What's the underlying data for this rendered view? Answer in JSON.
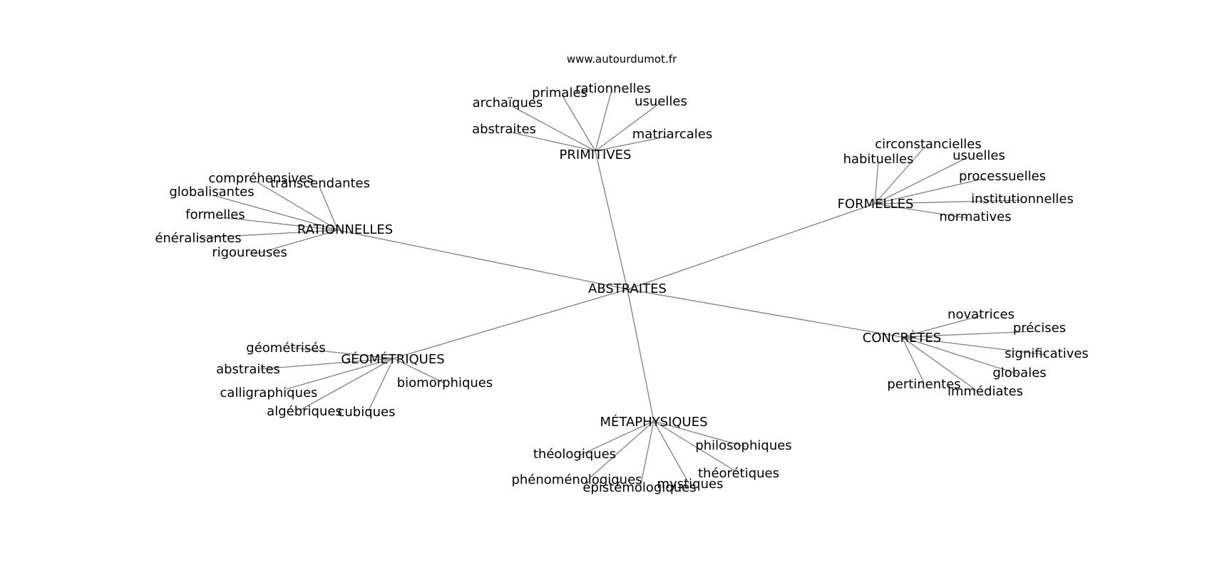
{
  "site": "www.autourdumot.fr",
  "center": "ABSTRAITES",
  "groups": [
    {
      "hub": "PRIMITIVES",
      "leaves": [
        "archaïques",
        "primales",
        "rationnelles",
        "usuelles",
        "abstraites",
        "matriarcales"
      ]
    },
    {
      "hub": "FORMELLES",
      "leaves": [
        "circonstancielles",
        "habituelles",
        "usuelles",
        "processuelles",
        "institutionnelles",
        "normatives"
      ]
    },
    {
      "hub": "RATIONNELLES",
      "leaves": [
        "compréhensives",
        "transcendantes",
        "globalisantes",
        "formelles",
        "énéralisantes",
        "rigoureuses"
      ]
    },
    {
      "hub": "CONCRÈTES",
      "leaves": [
        "novatrices",
        "précises",
        "significatives",
        "globales",
        "pertinentes",
        "immédiates"
      ]
    },
    {
      "hub": "GÉOMÉTRIQUES",
      "leaves": [
        "géométrisés",
        "abstraites",
        "calligraphiques",
        "algébriques",
        "cubiques",
        "biomorphiques"
      ]
    },
    {
      "hub": "MÉTAPHYSIQUES",
      "leaves": [
        "théologiques",
        "philosophiques",
        "phénoménologiques",
        "théorétiques",
        "épistémologiques",
        "mystiques"
      ]
    }
  ],
  "colors": {
    "edge": "#808080",
    "text": "#000000",
    "background": "#ffffff"
  }
}
